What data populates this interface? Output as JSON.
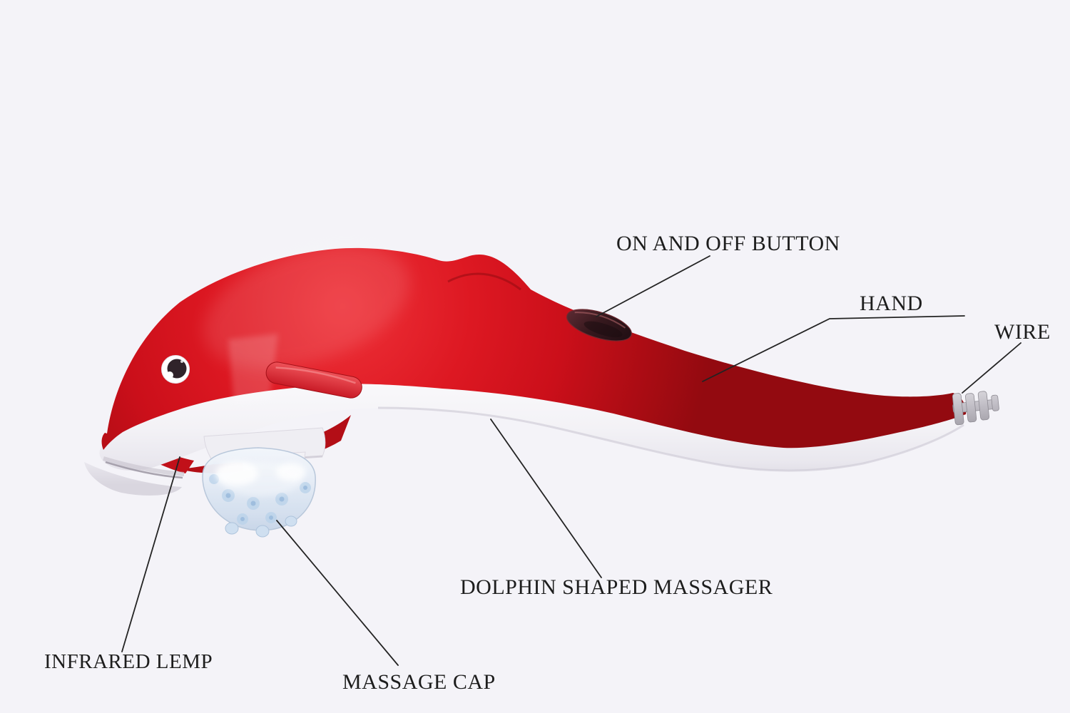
{
  "labels": {
    "on_off_button": "ON AND OFF BUTTON",
    "hand": "HAND",
    "wire": "WIRE",
    "dolphin_shaped_massager": "DOLPHIN SHAPED MASSAGER",
    "massage_cap": "MASSAGE CAP",
    "infrared_lamp": "INFRARED LEMP"
  },
  "colors": {
    "background": "#f4f3f8",
    "body_red": "#d8121d",
    "body_red_dark": "#96090f",
    "body_red_light": "#ef343b",
    "belly_white": "#f5f4f8",
    "massage_cap_blue": "#dfe8f4",
    "connector_grey": "#c6c3ca",
    "leader_line": "#232323",
    "label_text": "#1d1d1d",
    "button_dark": "#37191e",
    "eye_dark": "#30232a"
  }
}
